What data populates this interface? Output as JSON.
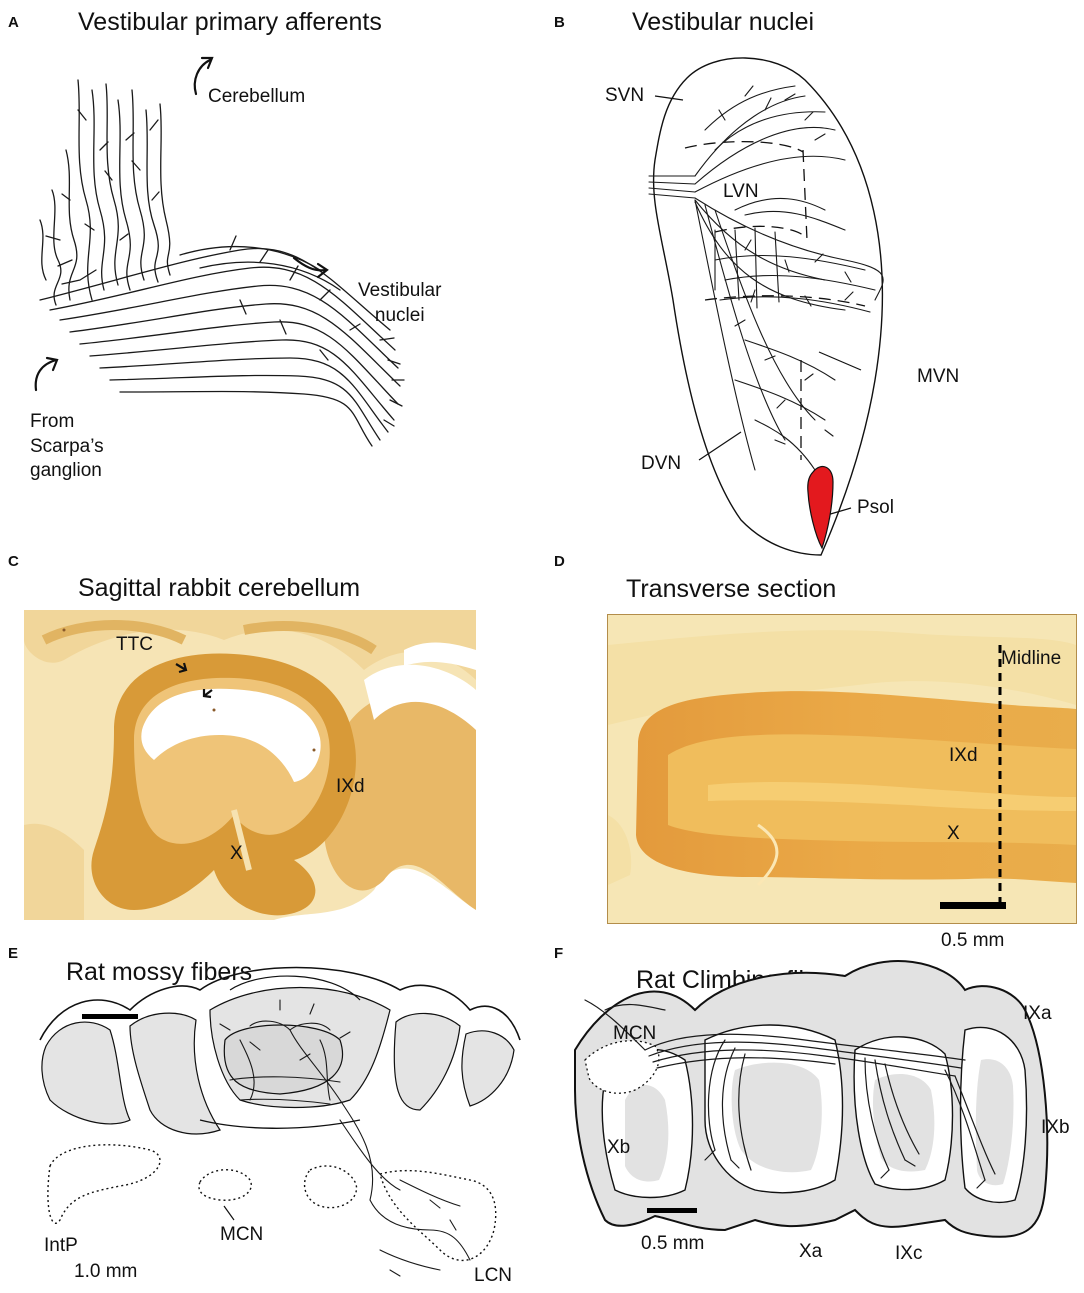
{
  "panels": {
    "a": {
      "letter": "A",
      "title": "Vestibular primary afferents",
      "cerebellum": "Cerebellum",
      "vestibular_nuclei": "Vestibular\nnuclei",
      "from": "From\nScarpa’s\nganglion"
    },
    "b": {
      "letter": "B",
      "title": "Vestibular nuclei",
      "svn": "SVN",
      "lvn": "LVN",
      "mvn": "MVN",
      "dvn": "DVN",
      "psol": "Psol",
      "psol_color": "#e3191e"
    },
    "c": {
      "letter": "C",
      "title": "Sagittal rabbit cerebellum",
      "ttc": "TTC",
      "ixd": "IXd",
      "x": "X"
    },
    "d": {
      "letter": "D",
      "title": "Transverse section",
      "midline": "Midline",
      "ixd": "IXd",
      "x": "X",
      "scale": "0.5 mm"
    },
    "e": {
      "letter": "E",
      "title": "Rat mossy fibers",
      "intp": "IntP",
      "mcn": "MCN",
      "lcn": "LCN",
      "scale": "1.0 mm"
    },
    "f": {
      "letter": "F",
      "title": "Rat Climbing fibers",
      "mcn": "MCN",
      "ixa": "IXa",
      "ixb": "IXb",
      "ixc": "IXc",
      "xa": "Xa",
      "xb": "Xb",
      "scale": "0.5 mm"
    }
  },
  "colors": {
    "stain_light": "#f3d58e",
    "stain_dark": "#d58a1e",
    "tissue_grey": "#e4e4e4"
  }
}
